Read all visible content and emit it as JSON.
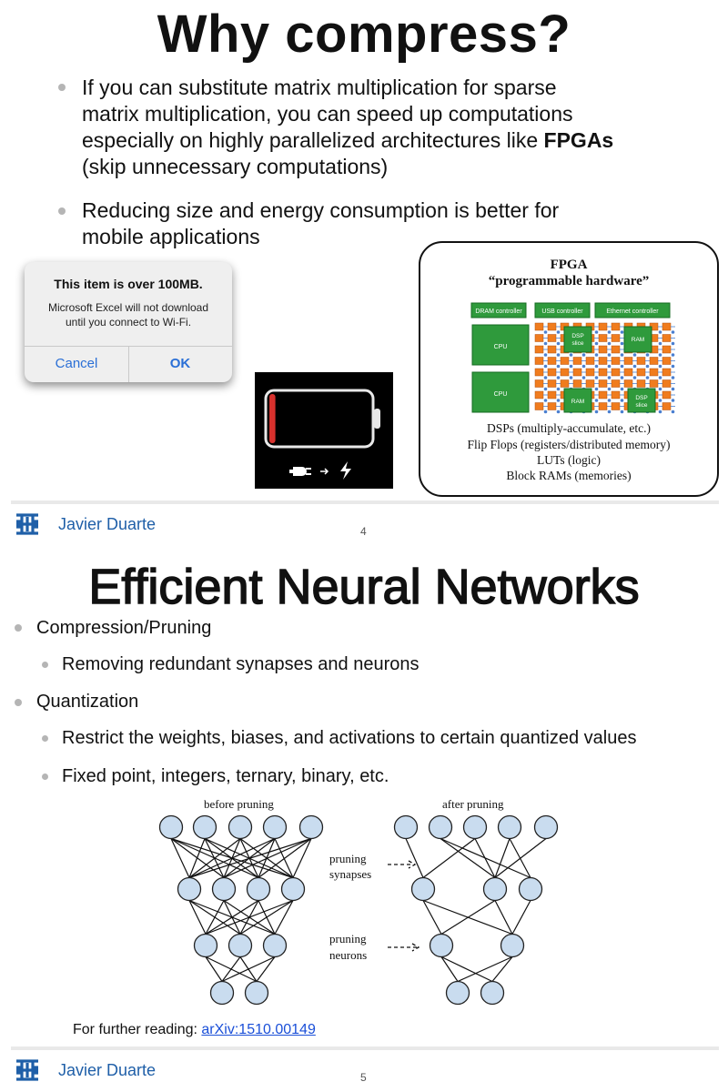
{
  "slide1": {
    "title": "Why compress?",
    "bullets": [
      {
        "lines": [
          "If you can substitute matrix multiplication for sparse",
          "matrix multiplication, you can speed up computations",
          "especially on highly parallelized architectures like ",
          "(skip unnecessary computations)"
        ],
        "bold": "FPGAs"
      },
      {
        "lines": [
          "Reducing size and energy consumption is better for",
          "mobile applications"
        ]
      }
    ],
    "dialog": {
      "title": "This item is over 100MB.",
      "message_line1": "Microsoft Excel will not download",
      "message_line2": "until you connect to Wi-Fi.",
      "cancel": "Cancel",
      "ok": "OK"
    },
    "battery": {
      "charge_fraction": 0.06,
      "icons": [
        "plug-icon",
        "arrow-icon",
        "bolt-icon"
      ]
    },
    "fpga": {
      "title": "FPGA",
      "subtitle": "“programmable hardware”",
      "blocks": {
        "dram": "DRAM controller",
        "usb": "USB controller",
        "ethernet": "Ethernet controller",
        "cpu": "CPU",
        "dsp_line1": "DSP",
        "dsp_line2": "slice",
        "ram": "RAM"
      },
      "legend": [
        "DSPs (multiply-accumulate, etc.)",
        "Flip Flops (registers/distributed memory)",
        "LUTs (logic)",
        "Block RAMs (memories)"
      ]
    },
    "footer": {
      "author": "Javier Duarte",
      "page": "4"
    }
  },
  "slide2": {
    "title": "Efficient Neural Networks",
    "bullets": {
      "b1": "Compression/Pruning",
      "b1a": "Removing redundant synapses and neurons",
      "b2": "Quantization",
      "b2a": "Restrict the weights, biases, and activations to certain quantized values",
      "b2b": "Fixed point, integers, ternary, binary, etc."
    },
    "diagram": {
      "before_label": "before pruning",
      "after_label": "after pruning",
      "pruning_synapses_1": "pruning",
      "pruning_synapses_2": "synapses",
      "pruning_neurons_1": "pruning",
      "pruning_neurons_2": "neurons"
    },
    "reading_prefix": "For further reading: ",
    "reading_link": "arXiv:1510.00149",
    "footer": {
      "author": "Javier Duarte",
      "page": "5"
    }
  },
  "colors": {
    "accent_blue": "#1f5fa8",
    "fpga_green": "#2f9a3c",
    "fpga_orange": "#f07c1e",
    "fpga_blue": "#4a7fd0",
    "neuron_fill": "#c9dcef",
    "battery_red": "#d7312d"
  }
}
